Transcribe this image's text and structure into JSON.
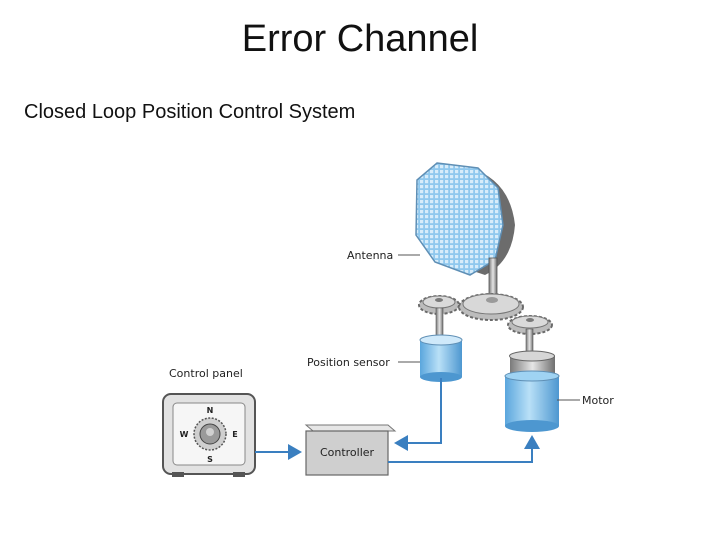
{
  "slide": {
    "title": "Error Channel",
    "subtitle": "Closed Loop Position Control System"
  },
  "diagram": {
    "labels": {
      "antenna": "Antenna",
      "position_sensor": "Position sensor",
      "control_panel": "Control panel",
      "motor": "Motor",
      "controller": "Controller"
    },
    "dial": {
      "north": "N",
      "south": "S",
      "east": "E",
      "west": "W"
    },
    "colors": {
      "antenna_blue": "#8fc8ee",
      "cylinder_blue": "#7ec1ec",
      "signal_line": "#3a7fc0",
      "gear_gray": "#8e8e8e",
      "box_gray": "#cfcfcf"
    },
    "icons": [
      "antenna-dish-icon",
      "gear-icon",
      "cylinder-sensor-icon",
      "motor-icon",
      "control-dial-icon"
    ]
  }
}
